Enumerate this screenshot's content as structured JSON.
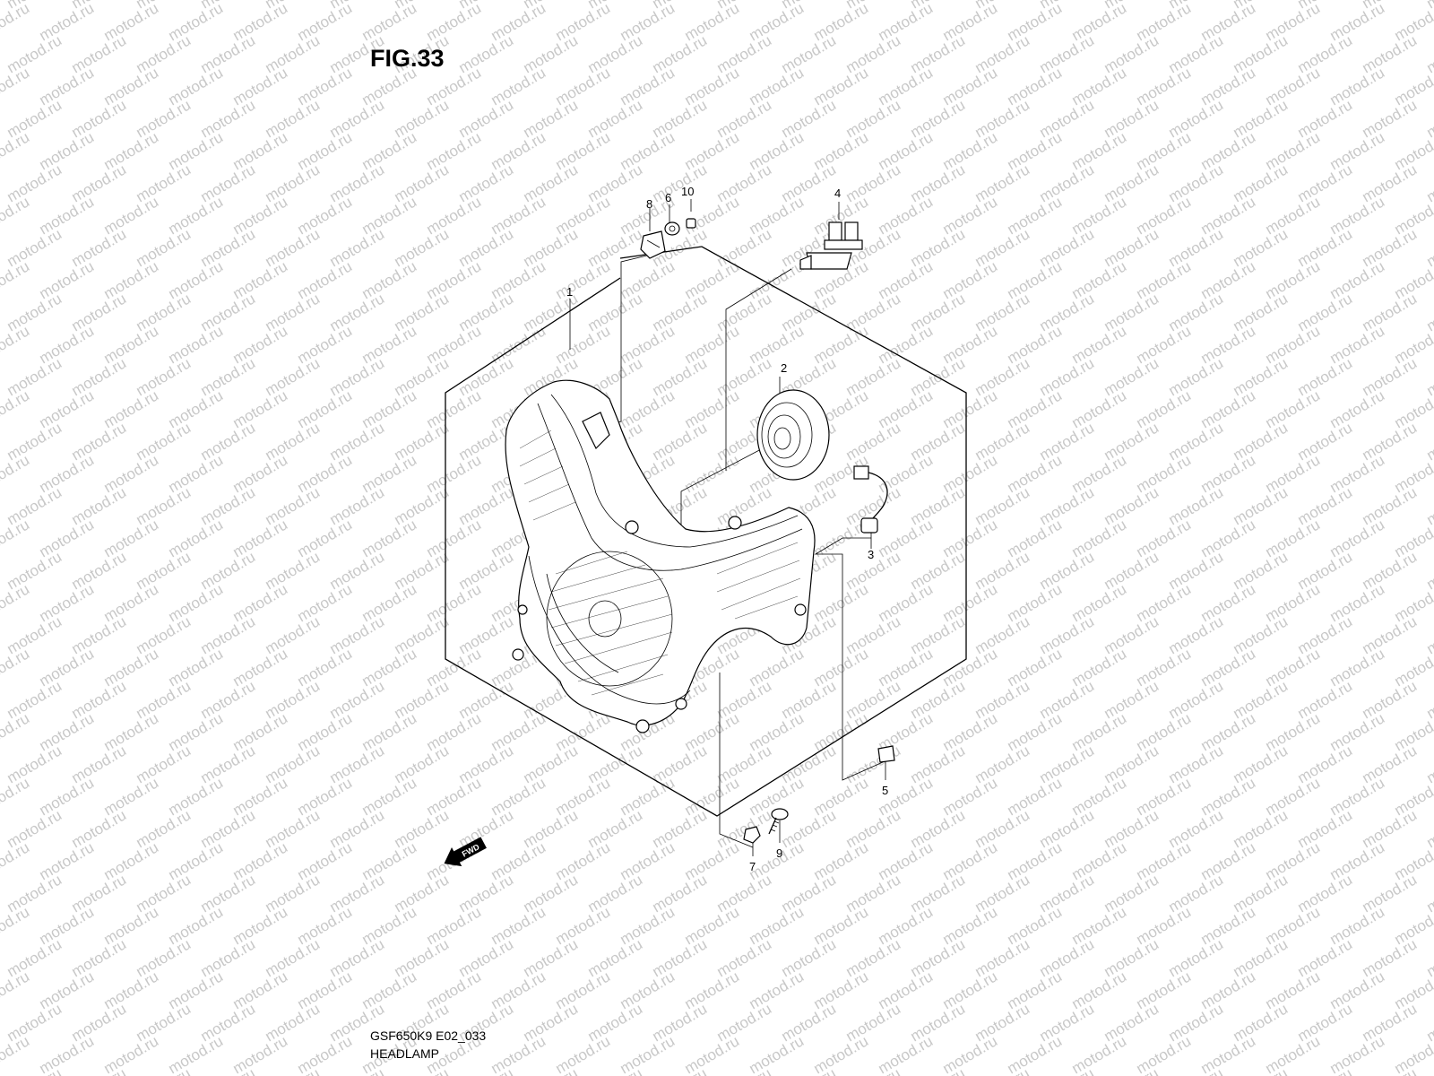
{
  "figure": {
    "title": "FIG.33",
    "model_code": "GSF650K9 E02_033",
    "name": "HEADLAMP"
  },
  "watermark": {
    "text": "motod.ru",
    "color": "#c8c8c8"
  },
  "forward_marker": {
    "label": "FWD"
  },
  "callouts": [
    {
      "id": "1",
      "label": "1"
    },
    {
      "id": "2",
      "label": "2"
    },
    {
      "id": "3",
      "label": "3"
    },
    {
      "id": "4",
      "label": "4"
    },
    {
      "id": "5",
      "label": "5"
    },
    {
      "id": "6",
      "label": "6"
    },
    {
      "id": "7",
      "label": "7"
    },
    {
      "id": "8",
      "label": "8"
    },
    {
      "id": "9",
      "label": "9"
    },
    {
      "id": "10",
      "label": "10"
    }
  ]
}
